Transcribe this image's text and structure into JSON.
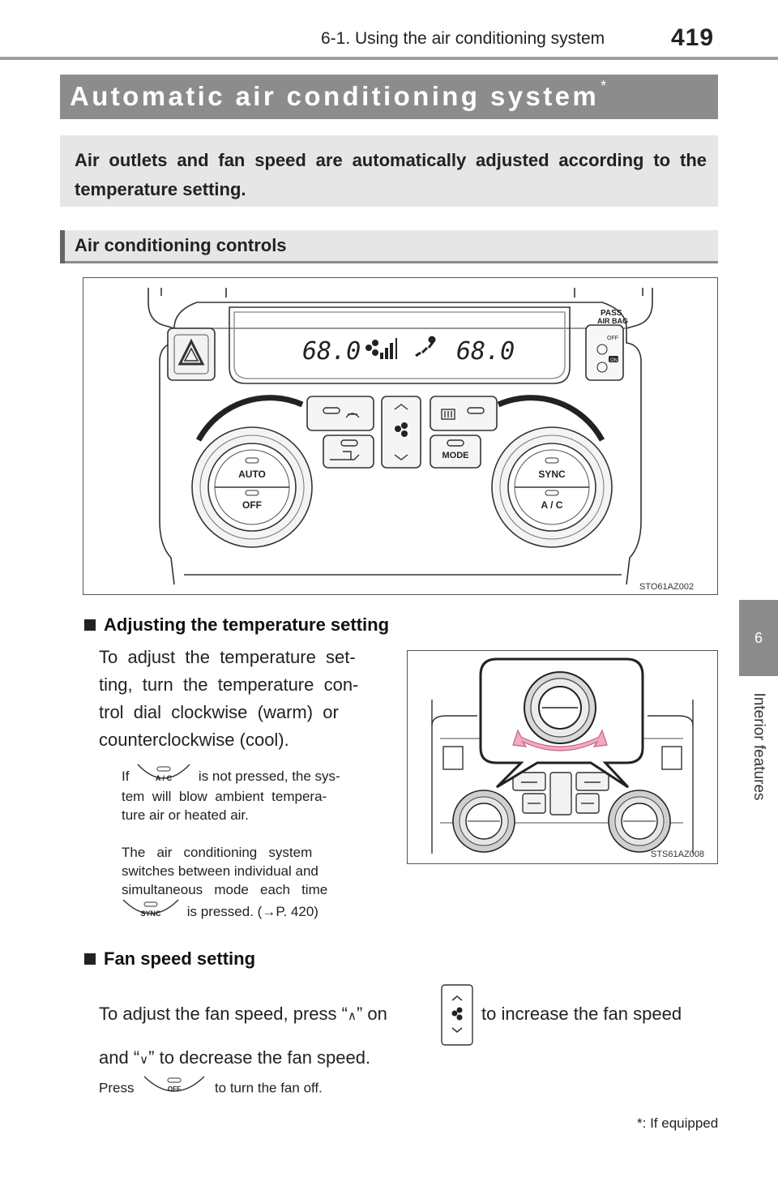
{
  "header": {
    "section": "6-1. Using the air conditioning system",
    "page_number": "419"
  },
  "side_tab": {
    "chapter": "6",
    "label": "Interior features"
  },
  "title": {
    "text": "Automatic air conditioning system",
    "mark": "*"
  },
  "intro": "Air outlets and fan speed are automatically adjusted according to the temperature setting.",
  "subsection": "Air conditioning controls",
  "figure1": {
    "code": "STO61AZ002",
    "display_left_temp": "68.0",
    "display_right_temp": "68.0",
    "airbag_label_1": "PASS",
    "airbag_label_2": "AIR BAG",
    "airbag_off": "OFF",
    "airbag_on": "ON",
    "btn_auto": "AUTO",
    "btn_off": "OFF",
    "btn_mode": "MODE",
    "btn_sync": "SYNC",
    "btn_ac": "A / C"
  },
  "figure2": {
    "code": "STS61AZ008"
  },
  "temp_section": {
    "heading": "Adjusting the temperature setting",
    "lines": [
      "To  adjust  the  temperature  set-",
      "ting,  turn  the  temperature  con-",
      "trol  dial  clockwise  (warm)  or",
      "counterclockwise (cool)."
    ],
    "note1_prefix": "If",
    "note1_suffix": "is not pressed, the sys-",
    "note1_line2": "tem  will  blow  ambient  tempera-",
    "note1_line3": "ture air or heated air.",
    "note2_line1": "The   air   conditioning   system",
    "note2_line2": "switches between individual and",
    "note2_line3": "simultaneous   mode   each   time",
    "note2_suffix": "is pressed. (",
    "note2_ref": "P. 420)",
    "ac_label": "A / C",
    "sync_label": "SYNC"
  },
  "fan_section": {
    "heading": "Fan speed setting",
    "line1_a": "To adjust the fan speed, press “",
    "line1_up": "∧",
    "line1_b": "” on",
    "line1_c": "to increase the fan speed",
    "line2_a": "and “",
    "line2_down": "∨",
    "line2_b": "” to decrease the fan speed.",
    "press_prefix": "Press",
    "press_suffix": "to turn the fan off.",
    "off_label": "OFF"
  },
  "footnote": {
    "mark": "*",
    "text": ": If equipped"
  }
}
